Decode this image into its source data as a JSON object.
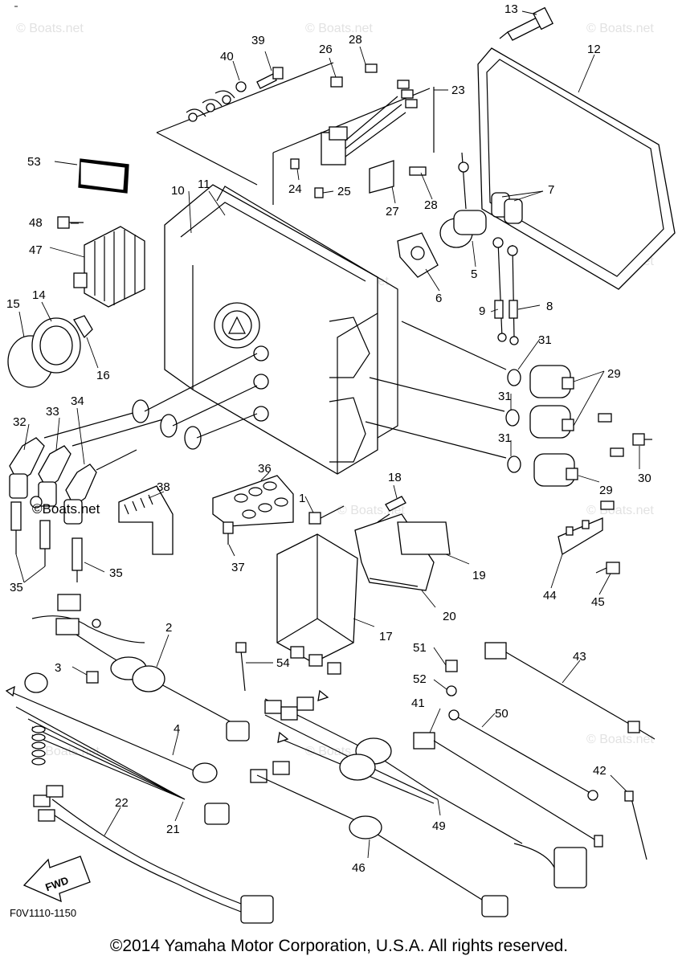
{
  "diagram": {
    "callouts": [
      "1",
      "2",
      "3",
      "4",
      "5",
      "6",
      "7",
      "8",
      "9",
      "10",
      "11",
      "12",
      "13",
      "14",
      "15",
      "16",
      "17",
      "18",
      "19",
      "20",
      "21",
      "22",
      "23",
      "24",
      "25",
      "26",
      "27",
      "28",
      "28",
      "29",
      "29",
      "30",
      "31",
      "31",
      "31",
      "32",
      "33",
      "34",
      "35",
      "35",
      "36",
      "37",
      "38",
      "39",
      "40",
      "41",
      "42",
      "43",
      "44",
      "45",
      "46",
      "47",
      "48",
      "49",
      "50",
      "51",
      "52",
      "53",
      "54"
    ],
    "direction_label": "FWD",
    "watermark": "© Boats.net",
    "overlay_watermark": "©Boats.net"
  },
  "footer": {
    "figure_code": "F0V1110-1150",
    "copyright": "©2014 Yamaha Motor Corporation, U.S.A. All rights reserved."
  }
}
